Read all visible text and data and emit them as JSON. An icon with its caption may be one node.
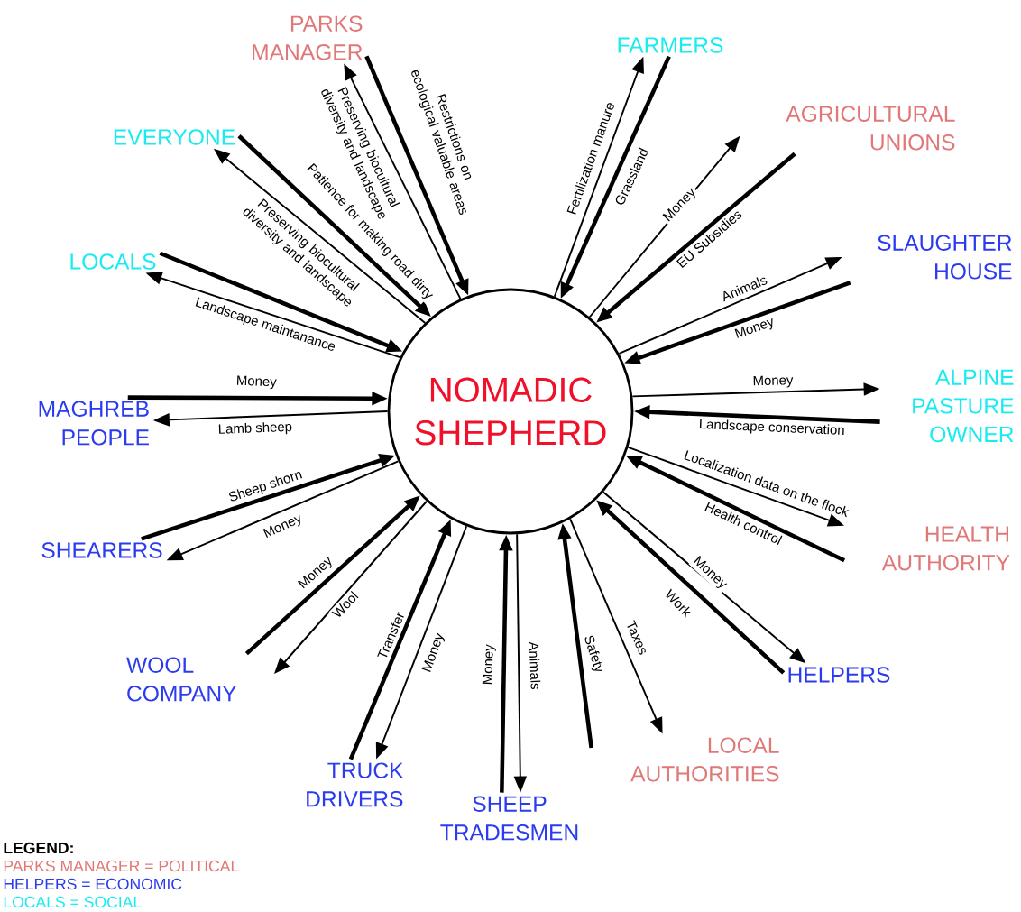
{
  "diagram": {
    "nodes": [
      {
        "text": [
          "NOMADIC SHEPHERD"
        ]
      },
      {
        "text": [
          "PARKS MANAGER"
        ]
      },
      {
        "text": [
          "FARMERS"
        ]
      },
      {
        "text": [
          "EVERYONE"
        ]
      },
      {
        "text": [
          "AGRICULTURAL UNIONS"
        ]
      },
      {
        "text": [
          "LOCALS"
        ]
      },
      {
        "text": [
          "SLAUGHTER HOUSE"
        ]
      },
      {
        "text": [
          "MAGHREB PEOPLE"
        ]
      },
      {
        "text": [
          "ALPINE PASTURE OWNER"
        ]
      },
      {
        "text": [
          "SHEARERS"
        ]
      },
      {
        "text": [
          "HEALTH AUTHORITY"
        ]
      },
      {
        "text": [
          "WOOL COMPANY"
        ]
      },
      {
        "text": [
          "HELPERS"
        ]
      },
      {
        "text": [
          "TRUCK DRIVERS"
        ]
      },
      {
        "text": [
          "LOCAL AUTHORITIES"
        ]
      },
      {
        "text": [
          "SHEEP TRADESMEN"
        ]
      }
    ],
    "edges": [
      {
        "from": 0,
        "to": 1,
        "arrow": "to",
        "label": "Preserving biocultural diversity and landscape"
      },
      {
        "from": 1,
        "to": 0,
        "arrow": "to",
        "label": "Restrictions on ecological valuable areas",
        "style": "thick"
      },
      {
        "from": 0,
        "to": 2,
        "arrow": "to",
        "label": "Fertilization manure"
      },
      {
        "from": 2,
        "to": 0,
        "arrow": "to",
        "label": "Grassland",
        "style": "thick"
      },
      {
        "from": 0,
        "to": 3,
        "arrow": "to",
        "label": "Preserving biocultural diversity and landscape"
      },
      {
        "from": 3,
        "to": 0,
        "arrow": "to",
        "label": "Patience for making road dirty",
        "style": "thick"
      },
      {
        "from": 0,
        "to": 4,
        "arrow": "to",
        "label": "Money"
      },
      {
        "from": 4,
        "to": 0,
        "arrow": "to",
        "label": "EU Subsidies",
        "style": "thick"
      },
      {
        "from": 0,
        "to": 5,
        "arrow": "to",
        "label": "Landscape maintanance"
      },
      {
        "from": 5,
        "to": 0,
        "arrow": "to",
        "style": "thick"
      },
      {
        "from": 0,
        "to": 6,
        "arrow": "to",
        "label": "Animals"
      },
      {
        "from": 6,
        "to": 0,
        "arrow": "to",
        "label": "Money",
        "style": "thick"
      },
      {
        "from": 7,
        "to": 0,
        "arrow": "to",
        "label": "Money",
        "style": "thick"
      },
      {
        "from": 0,
        "to": 7,
        "arrow": "to",
        "label": "Lamb sheep"
      },
      {
        "from": 0,
        "to": 8,
        "arrow": "to",
        "label": "Money"
      },
      {
        "from": 8,
        "to": 0,
        "arrow": "to",
        "label": "Landscape conservation",
        "style": "thick"
      },
      {
        "from": 9,
        "to": 0,
        "arrow": "to",
        "label": "Sheep shorn",
        "style": "thick"
      },
      {
        "from": 0,
        "to": 9,
        "arrow": "to",
        "label": "Money"
      },
      {
        "from": 0,
        "to": 10,
        "arrow": "to",
        "label": "Localization data on the flock"
      },
      {
        "from": 10,
        "to": 0,
        "arrow": "to",
        "label": "Health control",
        "style": "thick"
      },
      {
        "from": 11,
        "to": 0,
        "arrow": "to",
        "label": "Money",
        "style": "thick"
      },
      {
        "from": 0,
        "to": 11,
        "arrow": "to",
        "label": "Wool"
      },
      {
        "from": 0,
        "to": 12,
        "arrow": "to",
        "label": "Money"
      },
      {
        "from": 12,
        "to": 0,
        "arrow": "to",
        "label": "Work",
        "style": "thick"
      },
      {
        "from": 13,
        "to": 0,
        "arrow": "to",
        "label": "Transfer",
        "style": "thick"
      },
      {
        "from": 0,
        "to": 13,
        "arrow": "to",
        "label": "Money"
      },
      {
        "from": 14,
        "to": 0,
        "arrow": "to",
        "label": "Safety",
        "style": "thick"
      },
      {
        "from": 0,
        "to": 14,
        "arrow": "to",
        "label": "Taxes"
      },
      {
        "from": 15,
        "to": 0,
        "arrow": "to",
        "label": "Money",
        "style": "thick"
      },
      {
        "from": 0,
        "to": 15,
        "arrow": "to",
        "label": "Animals"
      }
    ],
    "labels": [
      "LEGEND:"
    ],
    "legend": [
      {
        "text": "PARKS MANAGER = POLITICAL",
        "color": "#e07878"
      },
      {
        "text": "HELPERS = ECONOMIC",
        "color": "#2b3bf0"
      },
      {
        "text": "LOCALS = SOCIAL",
        "color": "#19ecf0"
      }
    ]
  }
}
